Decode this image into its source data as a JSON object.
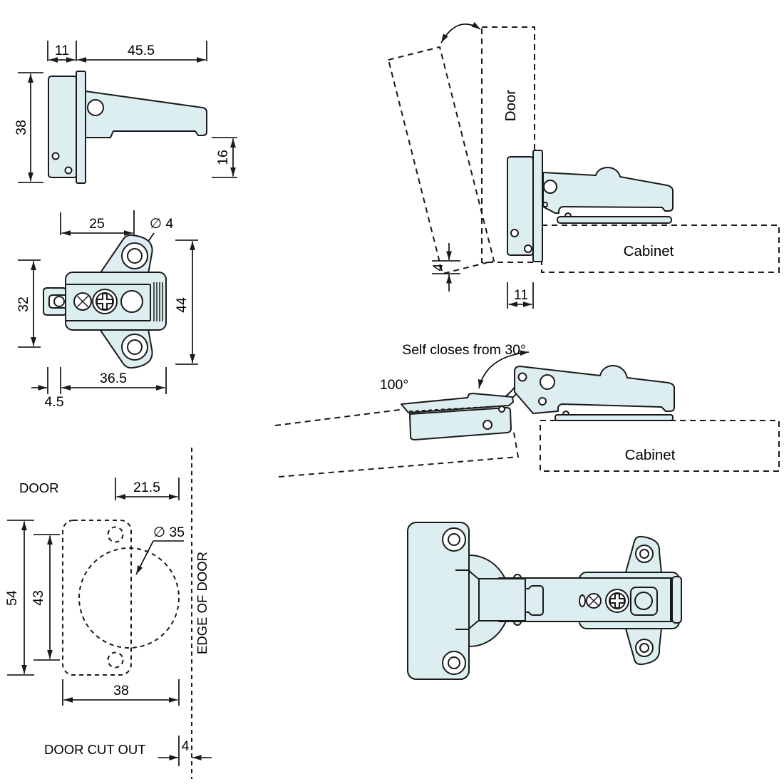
{
  "colors": {
    "part_fill": "#ddeef1",
    "line": "#1a1a1a",
    "background": "#ffffff"
  },
  "side_view": {
    "dim_plate_depth": "11",
    "dim_arm_length": "45.5",
    "dim_plate_height": "38",
    "dim_arm_end_height": "16"
  },
  "plate_view": {
    "dim_hole_offset": "25",
    "hole_diameter": "∅ 4",
    "dim_body_height": "32",
    "dim_plate_height": "44",
    "dim_body_width": "36.5",
    "dim_clip_offset": "4.5"
  },
  "cutout_view": {
    "door_label": "DOOR",
    "dim_hole_inset": "21.5",
    "cup_diameter": "∅ 35",
    "dim_outer_height": "54",
    "dim_screw_spacing": "43",
    "dim_cutout_width": "38",
    "edge_label": "EDGE OF DOOR",
    "cutout_label": "DOOR CUT OUT",
    "dim_edge_gap": "4"
  },
  "closed_view": {
    "door_label": "Door",
    "cabinet_label": "Cabinet",
    "dim_overlay_gap": "4",
    "dim_plate_depth": "11"
  },
  "open_view": {
    "self_close_label": "Self closes from 30°",
    "open_angle_label": "100°",
    "cabinet_label": "Cabinet"
  }
}
